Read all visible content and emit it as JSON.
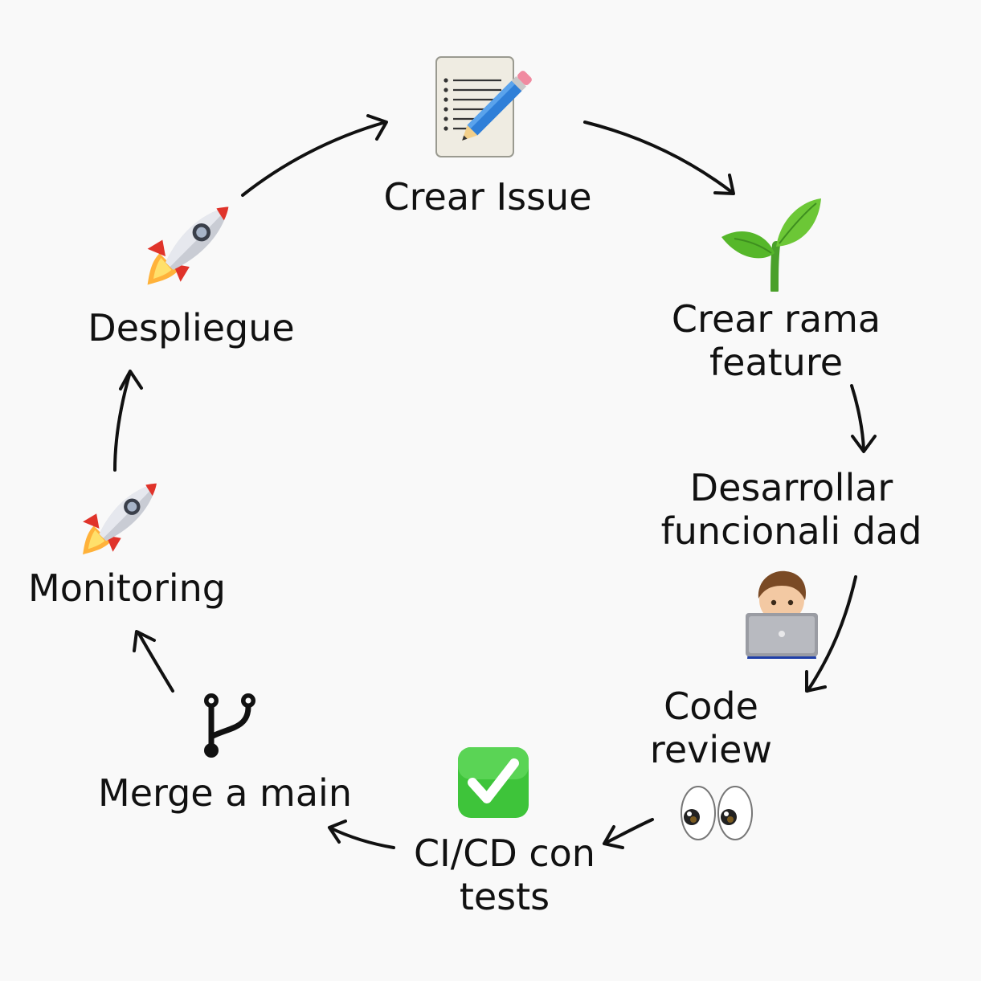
{
  "diagram": {
    "type": "cycle",
    "steps": [
      {
        "id": "crear-issue",
        "lines": [
          "Crear Issue"
        ],
        "icon": "memo-pencil-icon"
      },
      {
        "id": "crear-rama",
        "lines": [
          "Crear rama",
          "feature"
        ],
        "icon": "seedling-icon"
      },
      {
        "id": "desarrollar",
        "lines": [
          "Desarrollar",
          "funcionali dad"
        ],
        "icon": "developer-laptop-icon"
      },
      {
        "id": "code-review",
        "lines": [
          "Code",
          "review"
        ],
        "icon": "eyes-icon"
      },
      {
        "id": "ci-cd",
        "lines": [
          "CI/CD con",
          "tests"
        ],
        "icon": "check-mark-button-icon"
      },
      {
        "id": "merge",
        "lines": [
          "Merge a main"
        ],
        "icon": "git-branch-icon"
      },
      {
        "id": "monitoring",
        "lines": [
          "Monitoring"
        ],
        "icon": "rocket-icon"
      },
      {
        "id": "despliegue",
        "lines": [
          "Despliegue"
        ],
        "icon": "rocket-icon"
      }
    ],
    "colors": {
      "text": "#111111",
      "arrow": "#111111",
      "background": "#f9f9f9",
      "check_green": "#3ec43a",
      "seedling_green": "#56b72a"
    }
  }
}
